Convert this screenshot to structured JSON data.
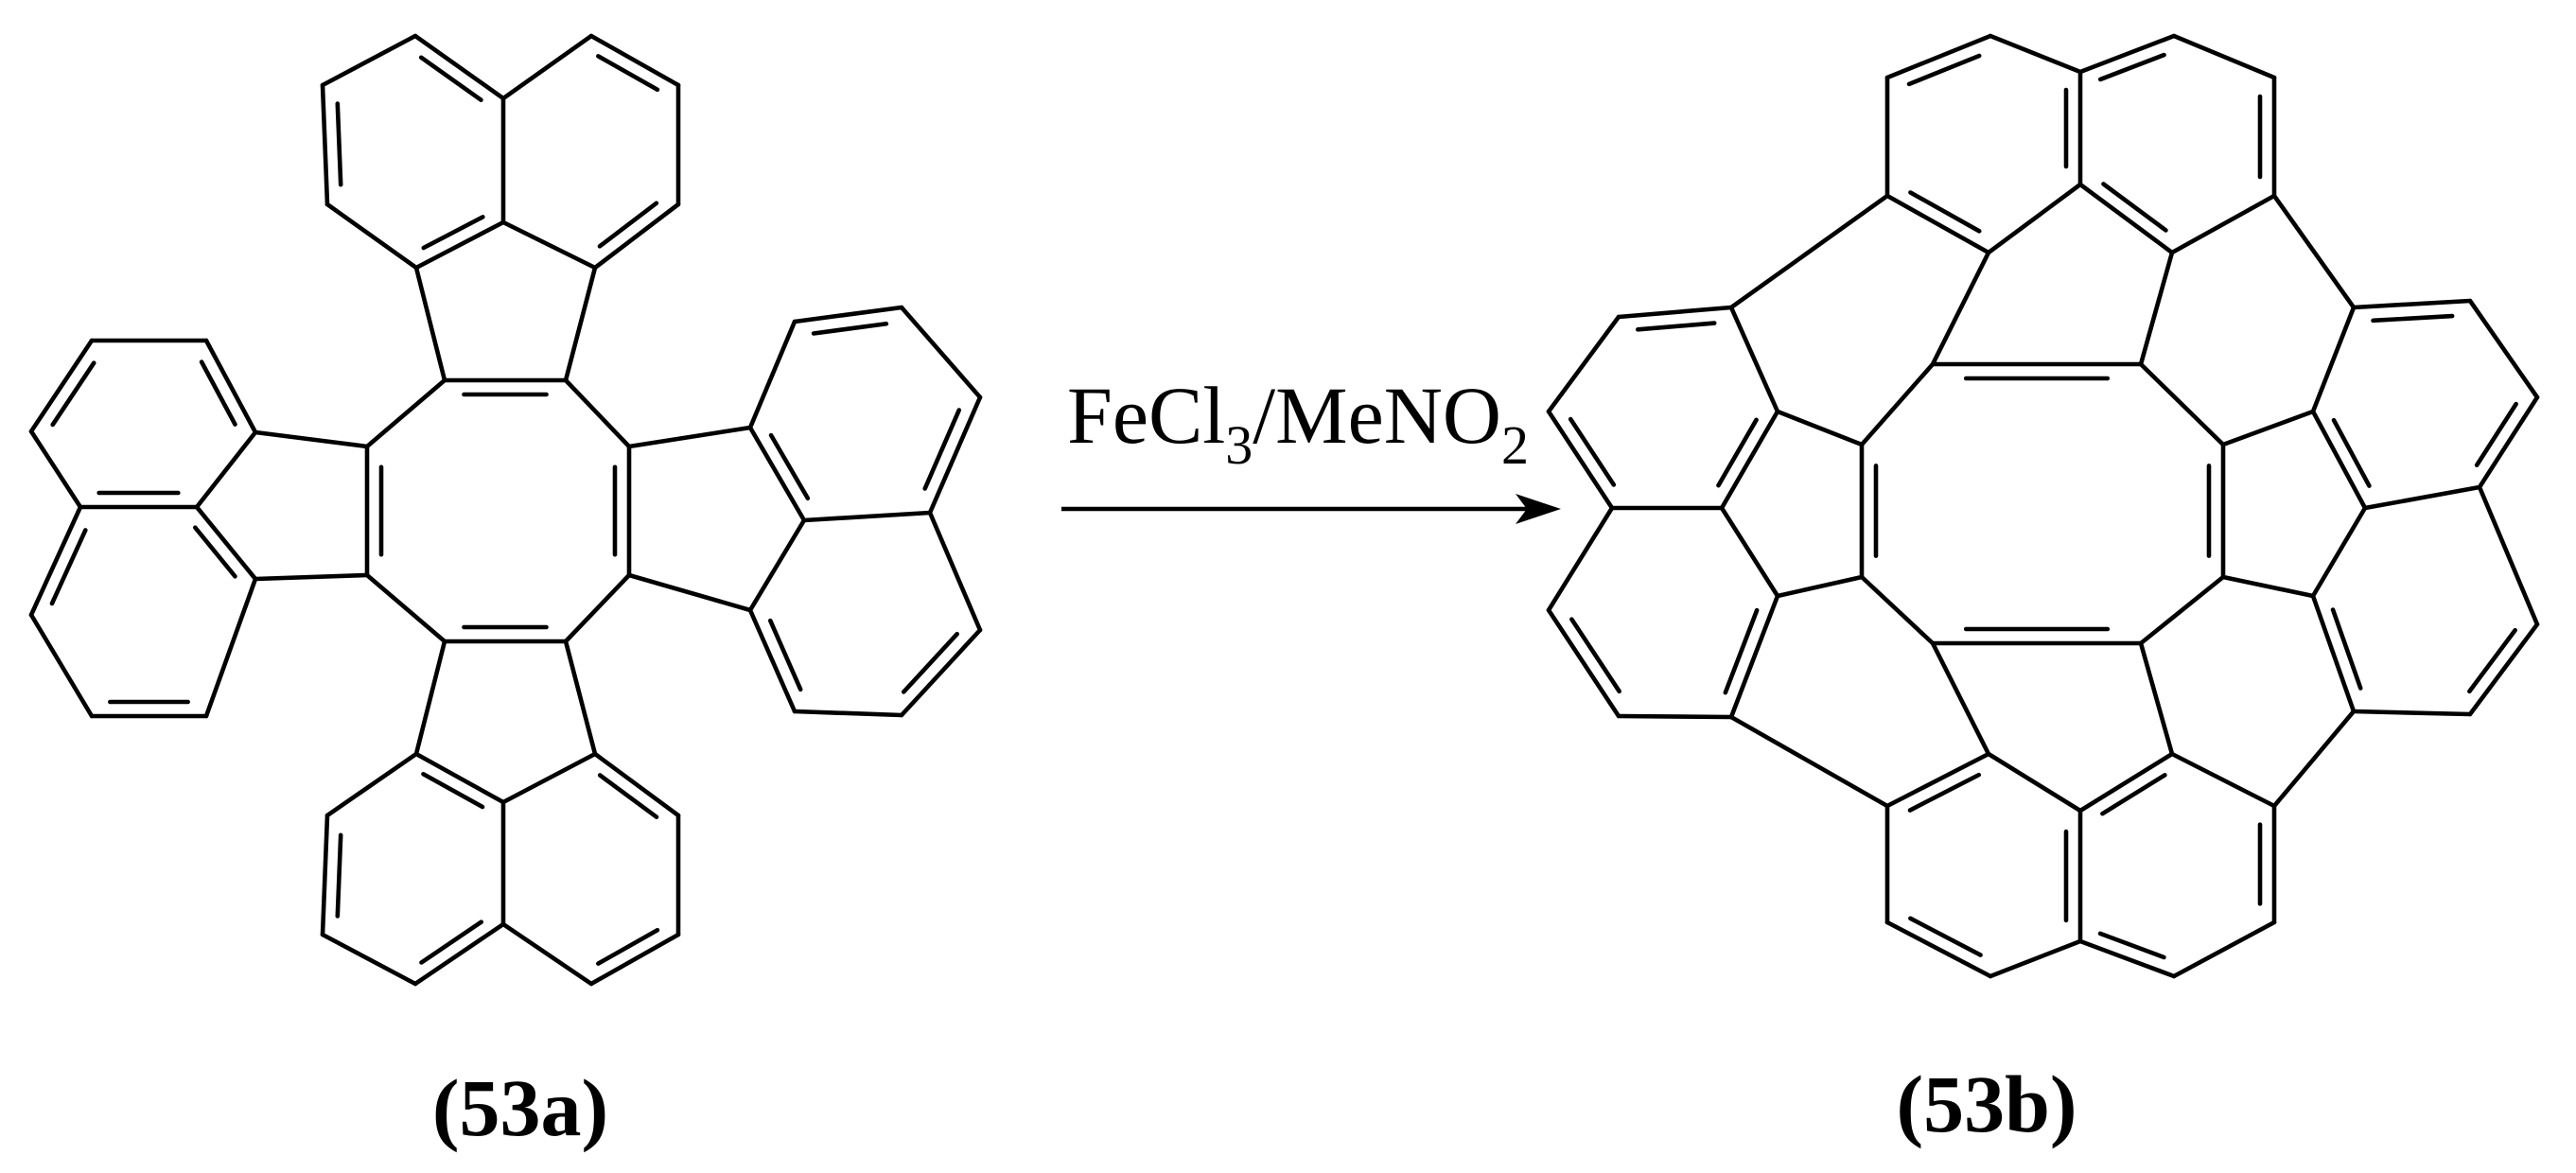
{
  "reaction": {
    "reactant_label": "(53a)",
    "product_label": "(53b)",
    "reagent": {
      "base": "FeCl",
      "sub1": "3",
      "middle": "/MeNO",
      "sub2": "2"
    }
  },
  "colors": {
    "ink": "#000000",
    "background": "#ffffff"
  }
}
